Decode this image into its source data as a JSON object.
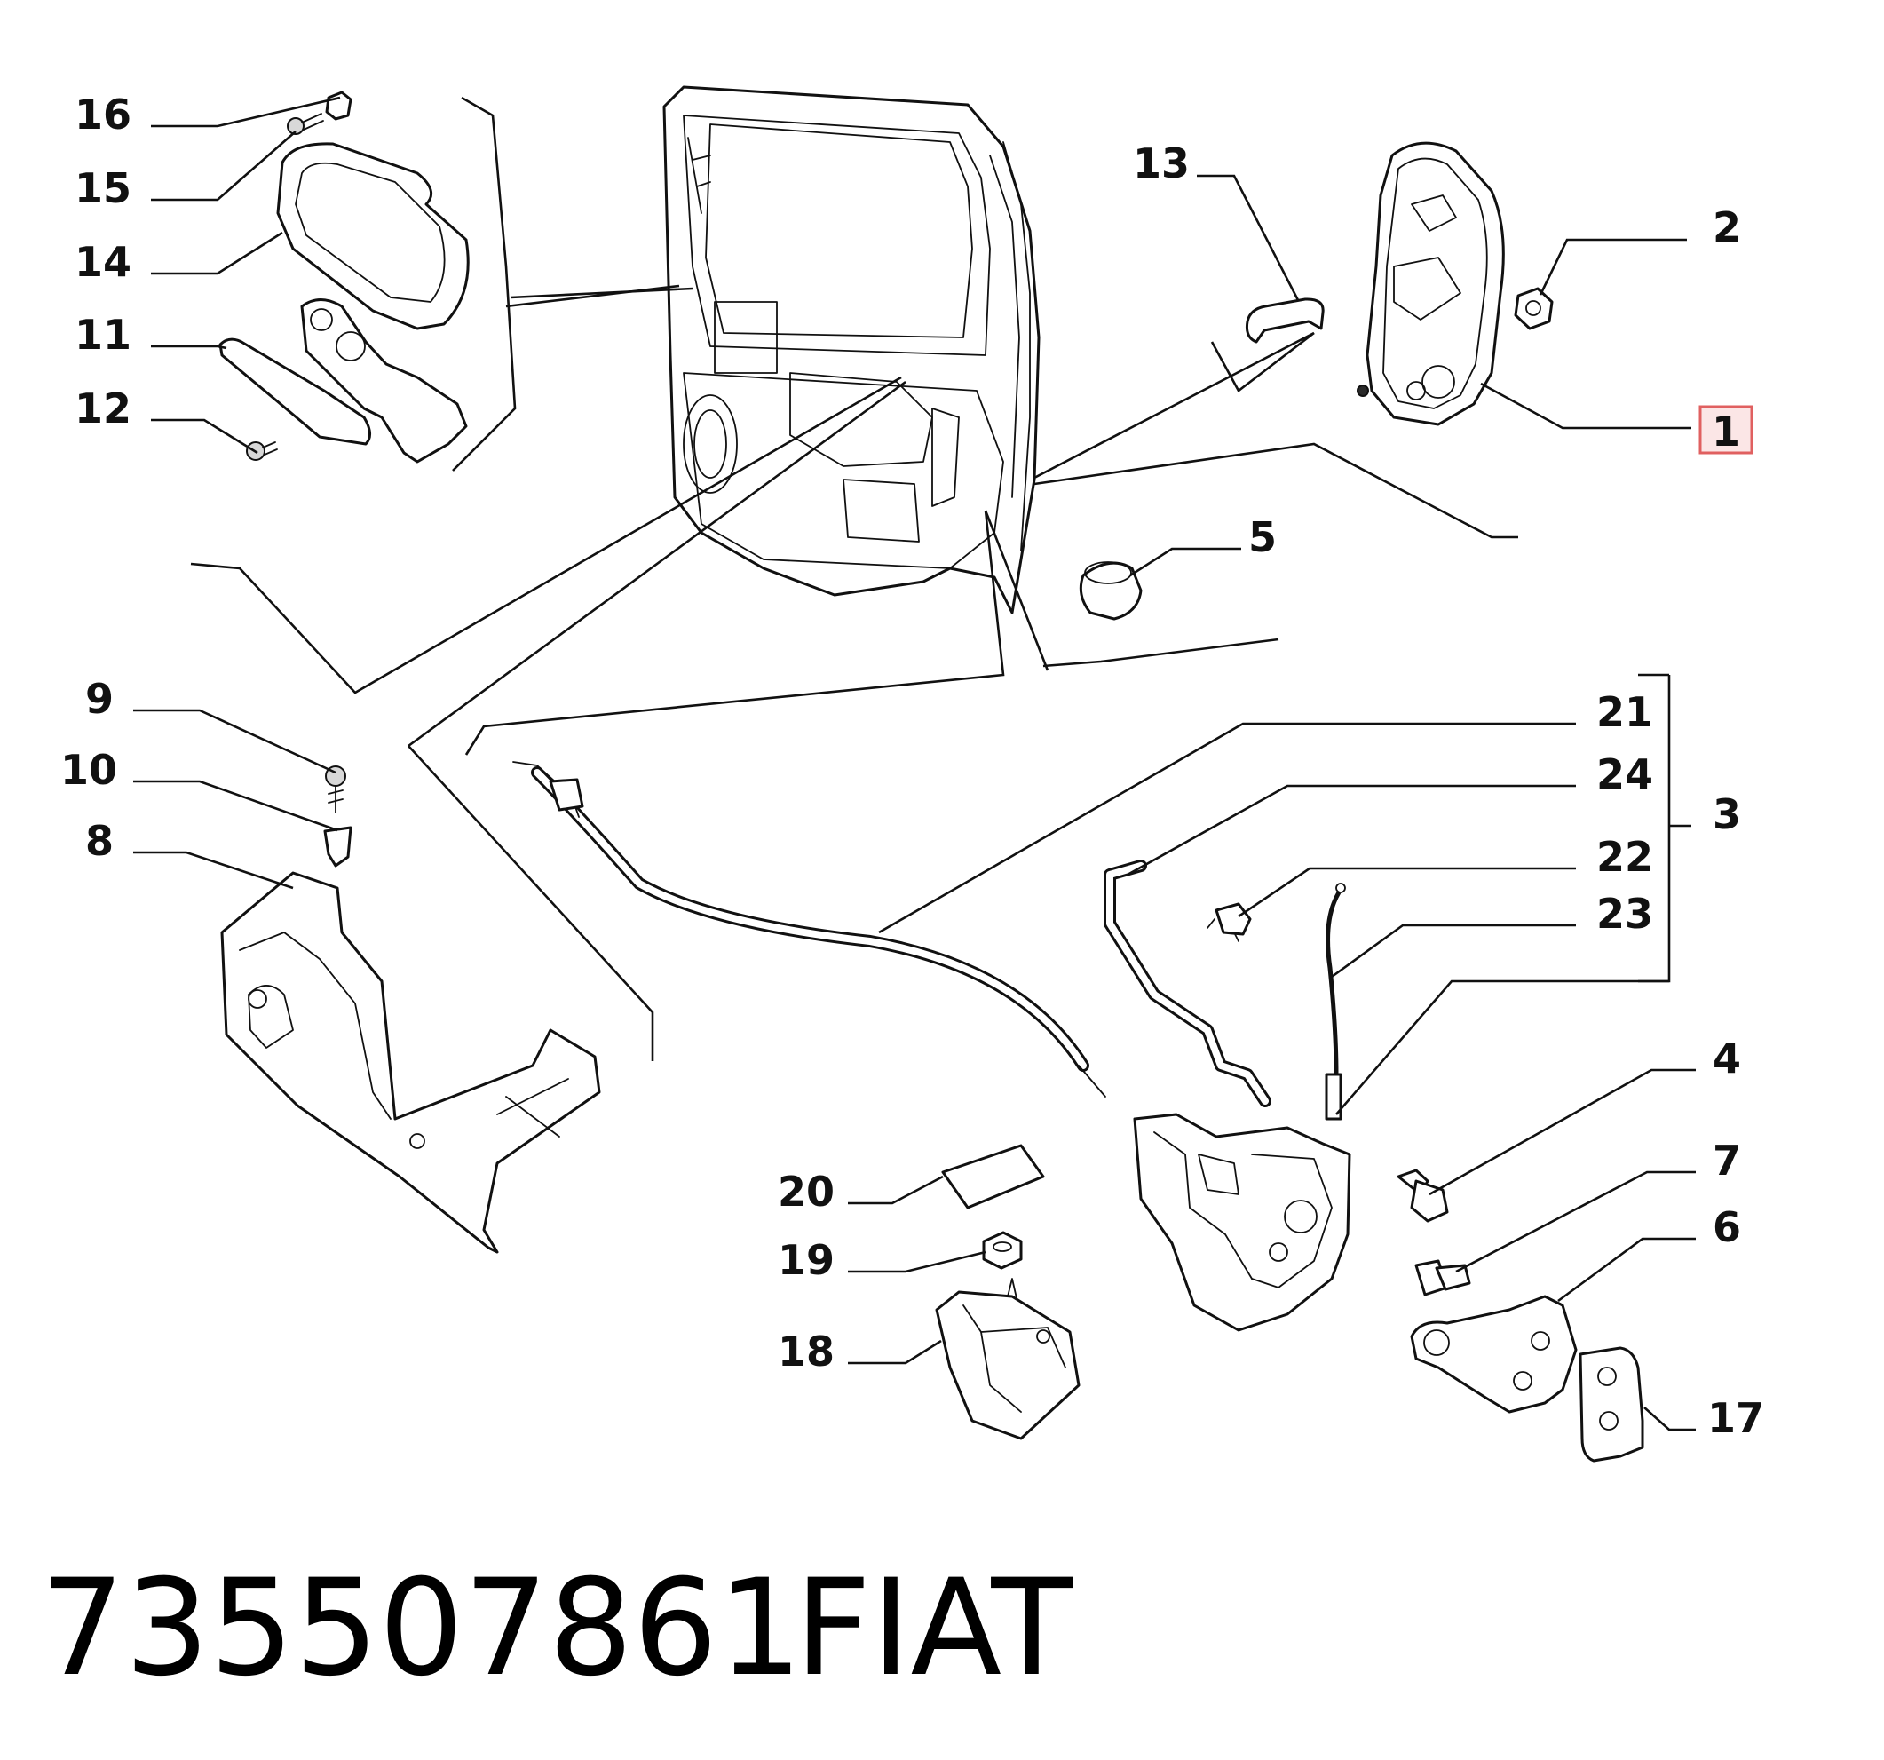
{
  "callouts": {
    "c1": "1",
    "c2": "2",
    "c3": "3",
    "c4": "4",
    "c5": "5",
    "c6": "6",
    "c7": "7",
    "c8": "8",
    "c9": "9",
    "c10": "10",
    "c11": "11",
    "c12": "12",
    "c13": "13",
    "c14": "14",
    "c15": "15",
    "c16": "16",
    "c17": "17",
    "c18": "18",
    "c19": "19",
    "c20": "20",
    "c21": "21",
    "c22": "22",
    "c23": "23",
    "c24": "24"
  },
  "highlighted_callout": "1",
  "footer": {
    "part_number": "735507861",
    "brand": "FIAT"
  },
  "colors": {
    "highlight_fill": "#fbe6e6",
    "highlight_border": "#e06060",
    "line": "#111111"
  }
}
